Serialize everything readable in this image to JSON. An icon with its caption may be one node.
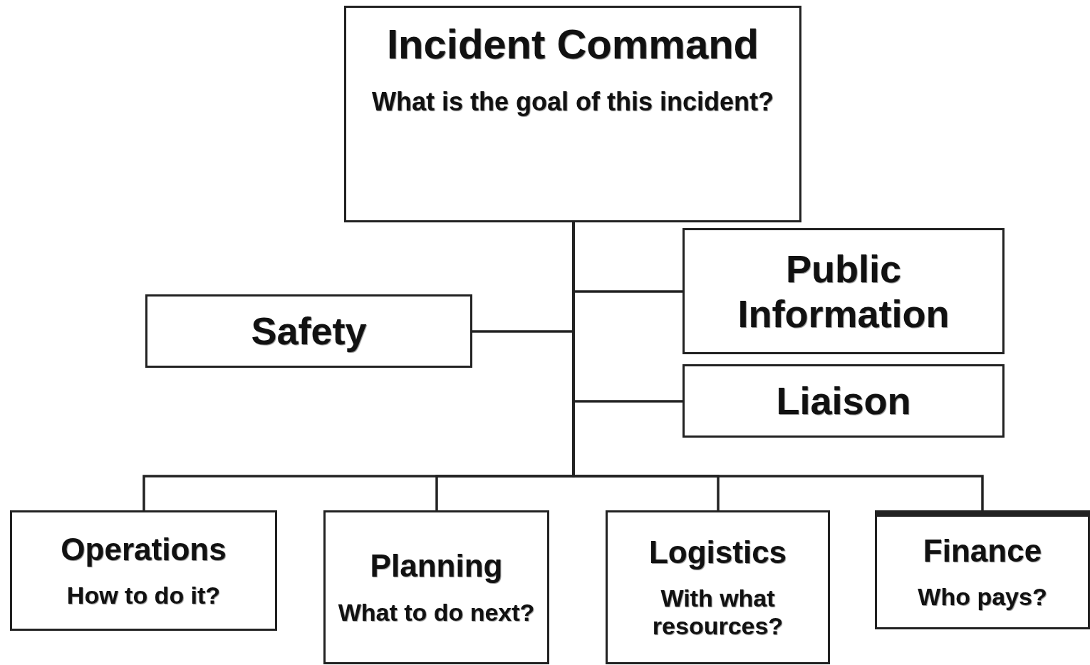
{
  "diagram": {
    "nodes": [
      {
        "text": [
          "Incident Command",
          "What is the goal of this incident?"
        ]
      },
      {
        "text": [
          "Public Information"
        ]
      },
      {
        "text": [
          "Safety"
        ]
      },
      {
        "text": [
          "Liaison"
        ]
      },
      {
        "text": [
          "Operations",
          "How to do it?"
        ]
      },
      {
        "text": [
          "Planning",
          "What to do next?"
        ]
      },
      {
        "text": [
          "Logistics",
          "With what resources?"
        ]
      },
      {
        "text": [
          "Finance",
          "Who pays?"
        ]
      }
    ],
    "edges": [
      {
        "from": 0,
        "to": 1,
        "arrow": "none"
      },
      {
        "from": 0,
        "to": 2,
        "arrow": "none"
      },
      {
        "from": 0,
        "to": 3,
        "arrow": "none"
      },
      {
        "from": 0,
        "to": 4,
        "arrow": "none"
      },
      {
        "from": 0,
        "to": 5,
        "arrow": "none"
      },
      {
        "from": 0,
        "to": 6,
        "arrow": "none"
      },
      {
        "from": 0,
        "to": 7,
        "arrow": "none"
      }
    ]
  }
}
